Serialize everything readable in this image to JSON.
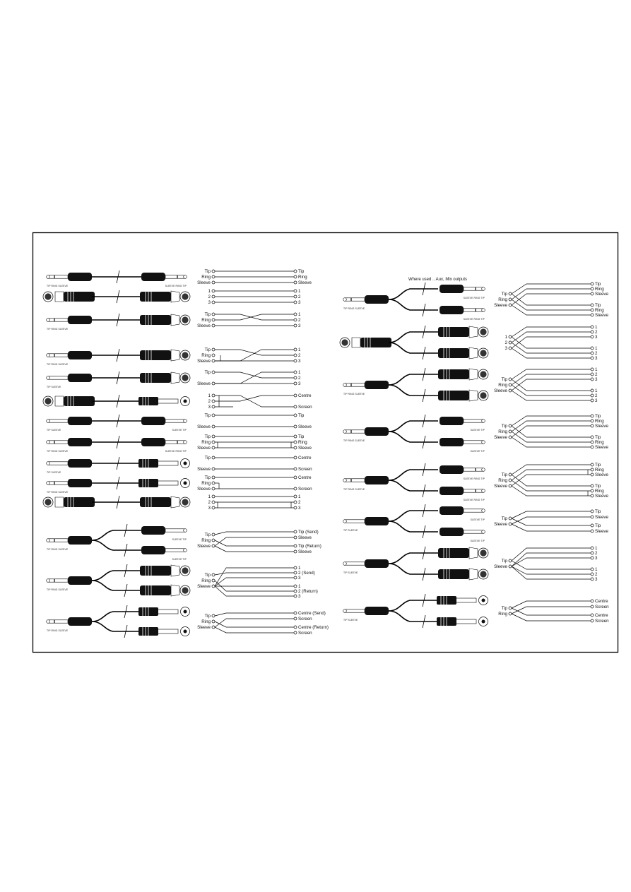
{
  "panel_title": "",
  "note": "Where used .. Aux, Mix outputs",
  "tiny_labels": {
    "trs_left": "TIP  RING  SLEEVE",
    "trs_right": "SLEEVE  RING  TIP",
    "ts_left": "TIP   SLEEVE",
    "ts_right": "SLEEVE   TIP"
  },
  "left_rows": [
    {
      "wiring": "stereo",
      "from": [
        "Tip",
        "Ring",
        "Sleeve"
      ],
      "to": [
        "Tip",
        "Ring",
        "Sleeve"
      ]
    },
    {
      "wiring": "xlr",
      "from": [
        "1",
        "2",
        "3"
      ],
      "to": [
        "1",
        "2",
        "3"
      ]
    },
    {
      "wiring": "trs_xlr",
      "from": [
        "Tip",
        "Ring",
        "Sleeve"
      ],
      "to": [
        "1",
        "2",
        "3"
      ]
    },
    {
      "wiring": "trs_xlr_unbal",
      "from": [
        "Tip",
        "Ring",
        "Sleeve"
      ],
      "to": [
        "1",
        "2",
        "3"
      ]
    },
    {
      "wiring": "ts_xlr",
      "from": [
        "Tip",
        "",
        "Sleeve"
      ],
      "to": [
        "1",
        "2",
        "3"
      ]
    },
    {
      "wiring": "xlr_rca",
      "from": [
        "1",
        "2",
        "3"
      ],
      "to": [
        "Centre",
        "",
        "Screen"
      ]
    },
    {
      "wiring": "mono",
      "from": [
        "Tip",
        "",
        "Sleeve"
      ],
      "to": [
        "Tip",
        "",
        "Sleeve"
      ]
    },
    {
      "wiring": "trs_mono",
      "from": [
        "Tip",
        "Ring",
        "Sleeve"
      ],
      "to": [
        "Tip",
        "Ring",
        "Sleeve"
      ]
    },
    {
      "wiring": "ts_rca",
      "from": [
        "Tip",
        "",
        "Sleeve"
      ],
      "to": [
        "Centre",
        "",
        "Screen"
      ]
    },
    {
      "wiring": "trs_rca",
      "from": [
        "Tip",
        "Ring",
        "Sleeve"
      ],
      "to": [
        "Centre",
        "",
        "Screen"
      ]
    },
    {
      "wiring": "xlr_xlr_unbal",
      "from": [
        "1",
        "2",
        "3"
      ],
      "to": [
        "1",
        "2",
        "3"
      ]
    }
  ],
  "left_inserts": [
    {
      "kind": "ts",
      "from": [
        "Tip",
        "Ring",
        "Sleeve"
      ],
      "to": [
        "Tip (Send)",
        "Sleeve",
        "Tip (Return)",
        "Sleeve"
      ]
    },
    {
      "kind": "xlr",
      "from": [
        "Tip",
        "Ring",
        "Sleeve"
      ],
      "to": [
        "1",
        "2 (Send)",
        "3",
        "1",
        "2 (Return)",
        "3"
      ]
    },
    {
      "kind": "rca",
      "from": [
        "Tip",
        "Ring",
        "Sleeve"
      ],
      "to": [
        "Centre (Send)",
        "Screen",
        "Centre (Return)",
        "Screen"
      ]
    }
  ],
  "right_splits": [
    {
      "src": "trs",
      "dst": "trs",
      "from": [
        "Tip",
        "Ring",
        "Sleeve"
      ],
      "to": [
        "Tip",
        "Ring",
        "Sleeve",
        "Tip",
        "Ring",
        "Sleeve"
      ]
    },
    {
      "src": "xlr",
      "dst": "xlr",
      "from": [
        "1",
        "2",
        "3"
      ],
      "to": [
        "1",
        "2",
        "3",
        "1",
        "2",
        "3"
      ]
    },
    {
      "src": "trs",
      "dst": "xlr",
      "from": [
        "Tip",
        "Ring",
        "Sleeve"
      ],
      "to": [
        "1",
        "2",
        "3",
        "1",
        "2",
        "3"
      ]
    },
    {
      "src": "trs",
      "dst": "ts",
      "from": [
        "Tip",
        "Ring",
        "Sleeve"
      ],
      "to": [
        "Tip",
        "Ring",
        "Sleeve",
        "Tip",
        "Ring",
        "Sleeve"
      ]
    },
    {
      "src": "trs",
      "dst": "trs",
      "from": [
        "Tip",
        "Ring",
        "Sleeve"
      ],
      "to": [
        "Tip",
        "Ring",
        "Sleeve",
        "Tip",
        "Ring",
        "Sleeve"
      ]
    },
    {
      "src": "ts",
      "dst": "ts",
      "from": [
        "Tip",
        "Sleeve"
      ],
      "to": [
        "Tip",
        "Sleeve",
        "Tip",
        "Sleeve"
      ]
    },
    {
      "src": "ts",
      "dst": "xlr",
      "from": [
        "Tip",
        "Sleeve"
      ],
      "to": [
        "1",
        "2",
        "3",
        "1",
        "2",
        "3"
      ]
    },
    {
      "src": "ts",
      "dst": "rca",
      "from": [
        "Tip",
        "Ring"
      ],
      "to": [
        "Centre",
        "Screen",
        "Centre",
        "Screen"
      ]
    }
  ]
}
